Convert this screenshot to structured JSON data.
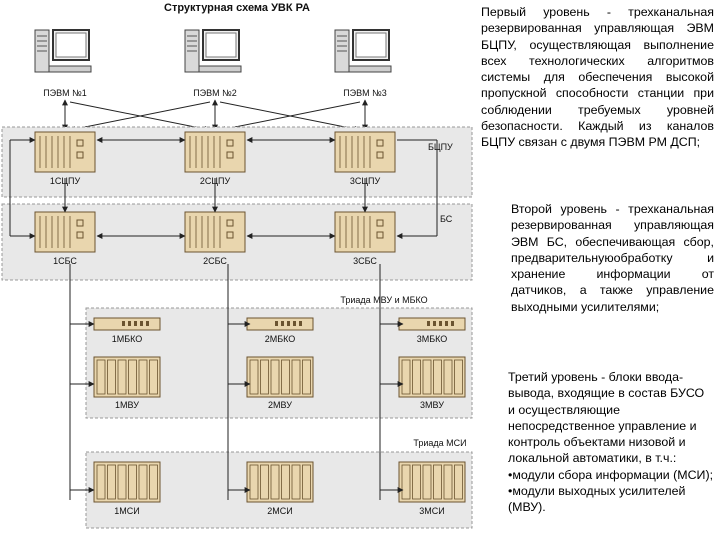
{
  "diagram": {
    "title": "Структурная схема УВК РА",
    "pcs": [
      "ПЭВМ №1",
      "ПЭВМ №2",
      "ПЭВМ №3"
    ],
    "level_bcpu": {
      "label": "БЦПУ",
      "units": [
        "1СЦПУ",
        "2СЦПУ",
        "3СЦПУ"
      ]
    },
    "level_bs": {
      "label": "БС",
      "units": [
        "1СБС",
        "2СБС",
        "3СБС"
      ]
    },
    "triad_mvu": {
      "label": "Триада МВУ и МБКО",
      "mbko": [
        "1МБКО",
        "2МБКО",
        "3МБКО"
      ],
      "mvu": [
        "1МВУ",
        "2МВУ",
        "3МВУ"
      ]
    },
    "triad_msi": {
      "label": "Триада МСИ",
      "msi": [
        "1МСИ",
        "2МСИ",
        "3МСИ"
      ]
    }
  },
  "text": {
    "para1": "Первый уровень - трехканальная резервированная управляющая ЭВМ БЦПУ, осуществляющая выполнение всех технологических алгоритмов системы для обеспечения высокой пропускной способности станции при соблюдении требуемых уровней безопасности. Каждый из каналов БЦПУ связан с двумя ПЭВМ РМ ДСП;",
    "para2": "Второй уровень - трехканальная резервированная управляющая ЭВМ БС, обеспечивающая сбор, предварительнуюобработку и хранение информации от датчиков, а также управление выходными усилителями;",
    "para3_lines": [
      "Третий уровень - блоки ввода-вывода, входящие в состав БУСО и осуществляющие непосредственное управление и контроль объектами низовой и локальной автоматики, в т.ч.:",
      "•модули сбора информации (МСИ);",
      "•модули выходных усилителей (МВУ)."
    ]
  },
  "colors": {
    "panel_fill": "#e8e8e8",
    "device_fill": "#e9d6ae",
    "device_stroke": "#6b5430",
    "line": "#222222"
  }
}
